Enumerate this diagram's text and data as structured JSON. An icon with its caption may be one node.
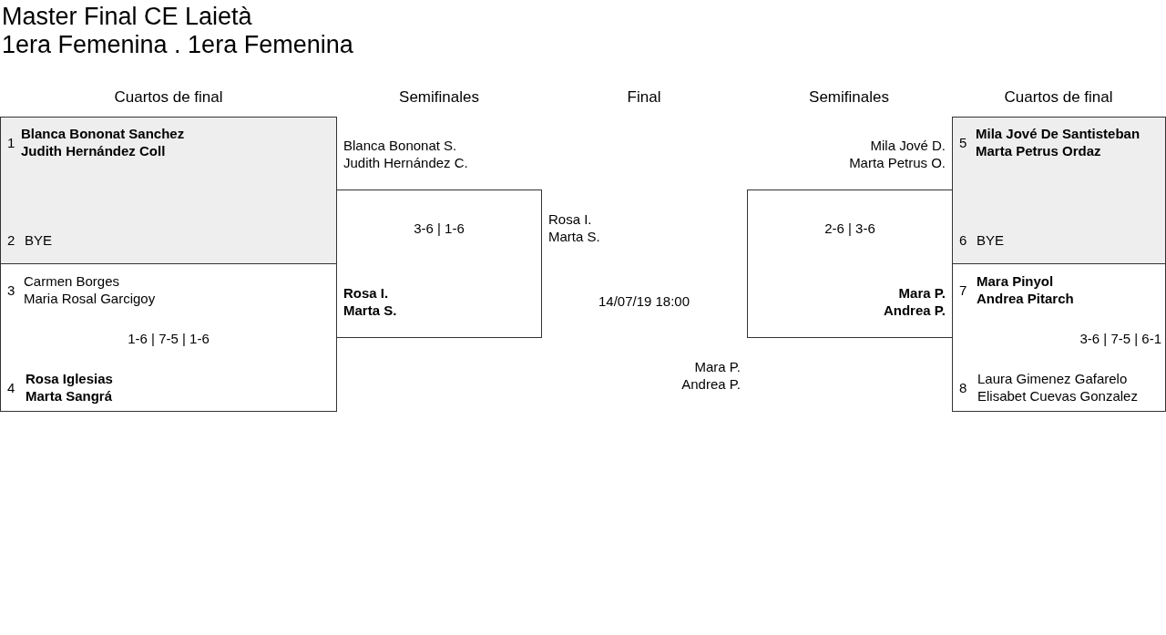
{
  "diagram": {
    "title": "Master Final CE Laietà",
    "nodes": [
      {
        "text": [
          "1",
          "Blanca Bononat Sanchez",
          "Judith Hernández Coll",
          "2",
          "BYE"
        ]
      },
      {
        "text": [
          "3",
          "Carmen Borges",
          "Maria Rosal Garcigoy",
          "1-6 | 7-5 | 1-6",
          "4",
          "Rosa Iglesias",
          "Marta Sangrá"
        ]
      },
      {
        "text": [
          "Blanca Bononat S.",
          "Judith Hernández C.",
          "3-6 | 1-6",
          "Rosa I.",
          "Marta S."
        ]
      },
      {
        "text": [
          "Mila Jové D.",
          "Marta Petrus O.",
          "2-6 | 3-6",
          "Mara P.",
          "Andrea P."
        ]
      },
      {
        "text": [
          "5",
          "Mila Jové De Santisteban",
          "Marta Petrus Ordaz",
          "6",
          "BYE"
        ]
      },
      {
        "text": [
          "7",
          "Mara Pinyol",
          "Andrea Pitarch",
          "3-6 | 7-5 | 6-1",
          "8",
          "Laura Gimenez Gafarelo",
          "Elisabet Cuevas Gonzalez"
        ]
      }
    ],
    "labels": [
      "1era Femenina . 1era Femenina",
      "Cuartos de final",
      "Semifinales",
      "Final",
      "Semifinales",
      "Cuartos de final",
      "Rosa I.",
      "Marta S.",
      "14/07/19 18:00",
      "Mara P.",
      "Andrea P."
    ]
  }
}
